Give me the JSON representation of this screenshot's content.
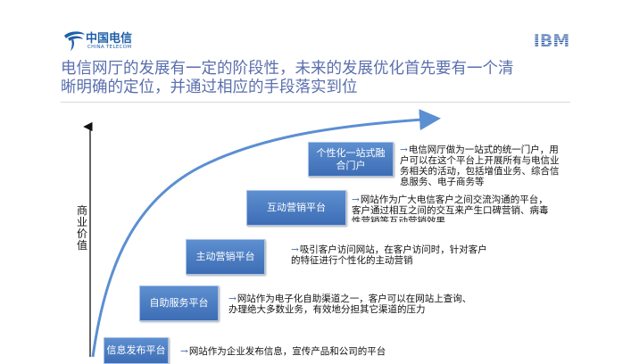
{
  "header": {
    "logo_cn": "中国电信",
    "logo_en": "CHINA TELECOM",
    "brand": "IBM"
  },
  "title": {
    "line1": "电信网厅的发展有一定的阶段性，未来的发展优化首先要有一个清",
    "line2": "晰明确的定位，并通过相应的手段落实到位"
  },
  "diagram": {
    "ylabel": "商业价值",
    "stages": [
      {
        "label": "信息发布平台",
        "desc": "网站作为企业发布信息，宣传产品和公司的平台"
      },
      {
        "label": "自助服务平台",
        "desc": "网站作为电子化自助渠道之一，客户可以在网站上查询、办理绝大多数业务，有效地分担其它渠道的压力"
      },
      {
        "label": "主动营销平台",
        "desc": "吸引客户访问网站，在客户访问时，针对客户的特征进行个性化的主动营销"
      },
      {
        "label": "互动营销平台",
        "desc": "网站作为广大电信客户之间交流沟通的平台，客户通过相互之间的交互来产生口碑营销、病毒性营销等互动营销效果"
      },
      {
        "label": "个性化一站式融合门户",
        "desc": "电信网厅做为一站式的统一门户，用户可以在这个平台上开展所有与电信业务相关的活动，包括增值业务、综合信息服务、电子商务等"
      }
    ]
  },
  "colors": {
    "curve": "#5b8fd2",
    "stage_fill": "#4a7cc2",
    "title": "#5a6fae"
  }
}
